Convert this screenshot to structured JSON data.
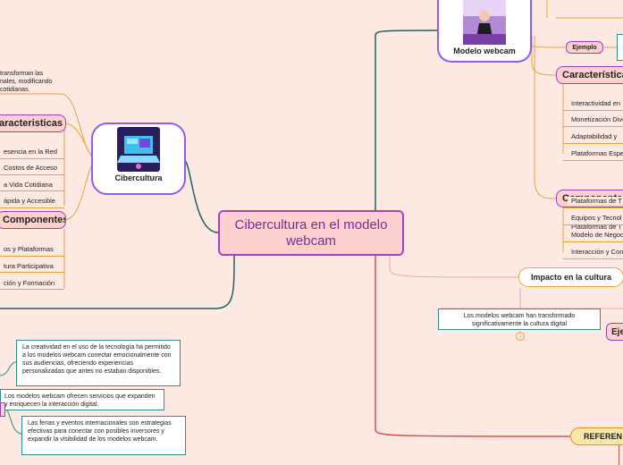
{
  "central": {
    "title": "Cibercultura en el modelo webcam"
  },
  "cibercultura": {
    "label": "Cibercultura",
    "intro": [
      "transforman las",
      "nales, modificando",
      "cotidianas."
    ],
    "caracteristicas": {
      "title": "aracteristicas",
      "items": [
        "esencia en la Red",
        "Costos de Acceso",
        "a Vida Cotidiana",
        "ápida y Accesible"
      ]
    },
    "componentes": {
      "title": "Componentes",
      "items": [
        "os y Plataformas",
        "tura Participativa",
        "ción y Formación"
      ]
    }
  },
  "modelo_webcam": {
    "label": "Modelo webcam",
    "ejemplo_label": "Ejemplo",
    "caracteristicas": {
      "title": "Característica",
      "items": [
        "Interactividad en",
        "Monetización Dive",
        "Adaptabilidad y",
        "Plataformas Espe"
      ]
    },
    "componentes": {
      "title": "Componentes",
      "items": [
        "Plataformas de T",
        "Equipos y Tecnol",
        "Modelo de Negoc",
        "Interacción y Con"
      ]
    }
  },
  "impacto": {
    "label": "Impacto en la cultura",
    "note": "Los modelos webcam han transformado significativamente la cultura digital",
    "ejemplo_label": "Eje",
    "badge": "1"
  },
  "left_notes": [
    "La creatividad en el uso de la tecnología ha permitido a los modelos webcam conectar emocionalmente con sus audiencias, ofreciendo experiencias personalizadas que antes no estaban disponibles.",
    "Los modelos webcam ofrecen servicios que expanden y enriquecen la interacción digital.",
    "Las ferias y eventos internacionales son estrategias efectivas para conectar con posibles inversores y expandir la visibilidad de los modelos webcam."
  ],
  "referencias": {
    "label": "REFEREN"
  },
  "colors": {
    "background": "#fce9e1",
    "topic_fill": "#fcd0cc",
    "topic_border": "#9b3fc0",
    "branch_teal": "#1f5f6b",
    "branch_red": "#d9534f",
    "leaf_orange": "#e9a23b"
  }
}
